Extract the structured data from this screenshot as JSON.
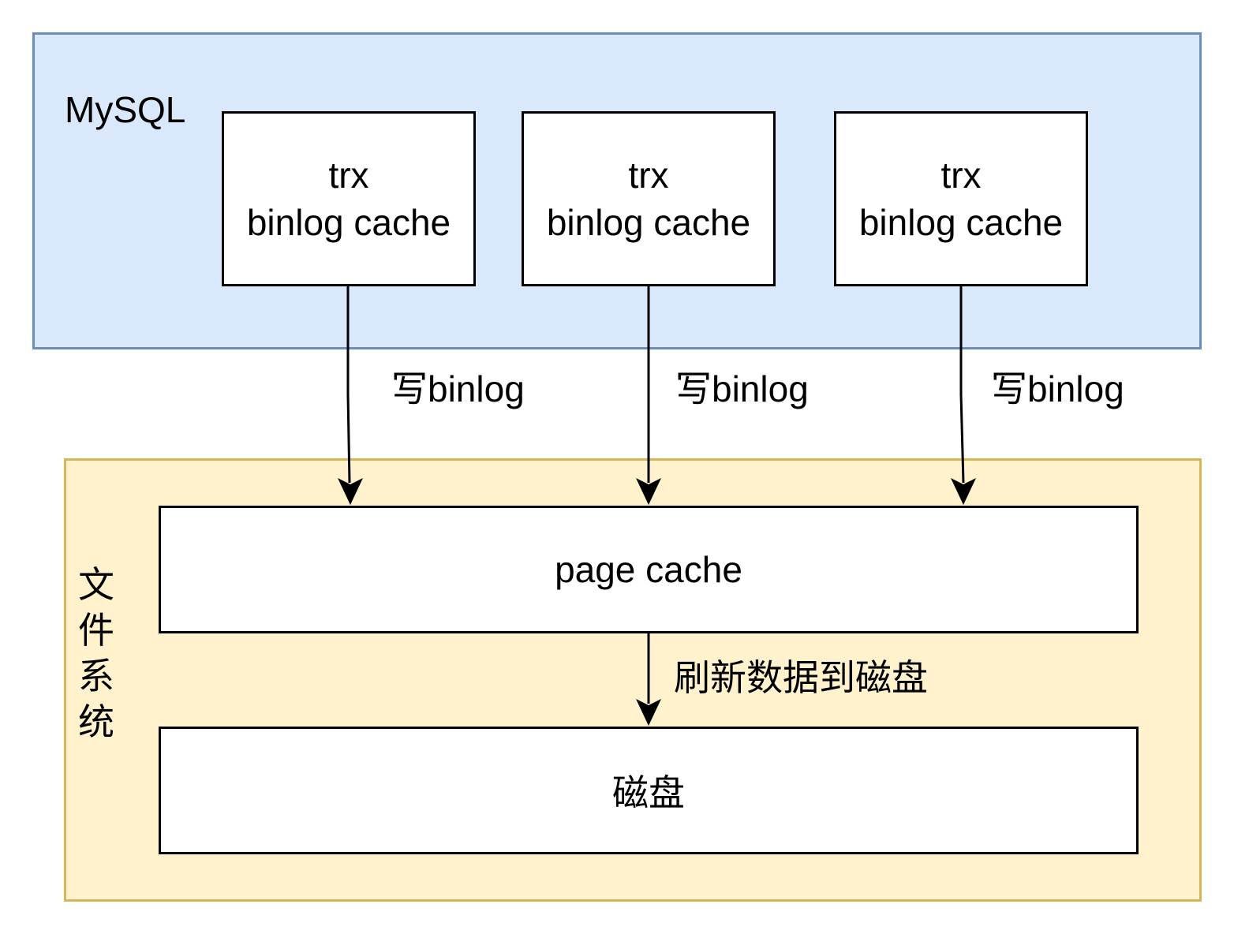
{
  "colors": {
    "mysql_fill": "#dae8fc",
    "mysql_border": "#6c8ebf",
    "fs_fill": "#fff2cc",
    "fs_border": "#d6b656",
    "box_border": "#000000",
    "box_fill": "#ffffff",
    "arrow": "#000000"
  },
  "mysql": {
    "label": "MySQL",
    "caches": [
      {
        "line1": "trx",
        "line2": "binlog cache"
      },
      {
        "line1": "trx",
        "line2": "binlog cache"
      },
      {
        "line1": "trx",
        "line2": "binlog cache"
      }
    ]
  },
  "edges": {
    "write_label": "写binlog",
    "flush_label": "刷新数据到磁盘"
  },
  "filesystem": {
    "label": "文件系统",
    "page_cache": "page cache",
    "disk": "磁盘"
  }
}
